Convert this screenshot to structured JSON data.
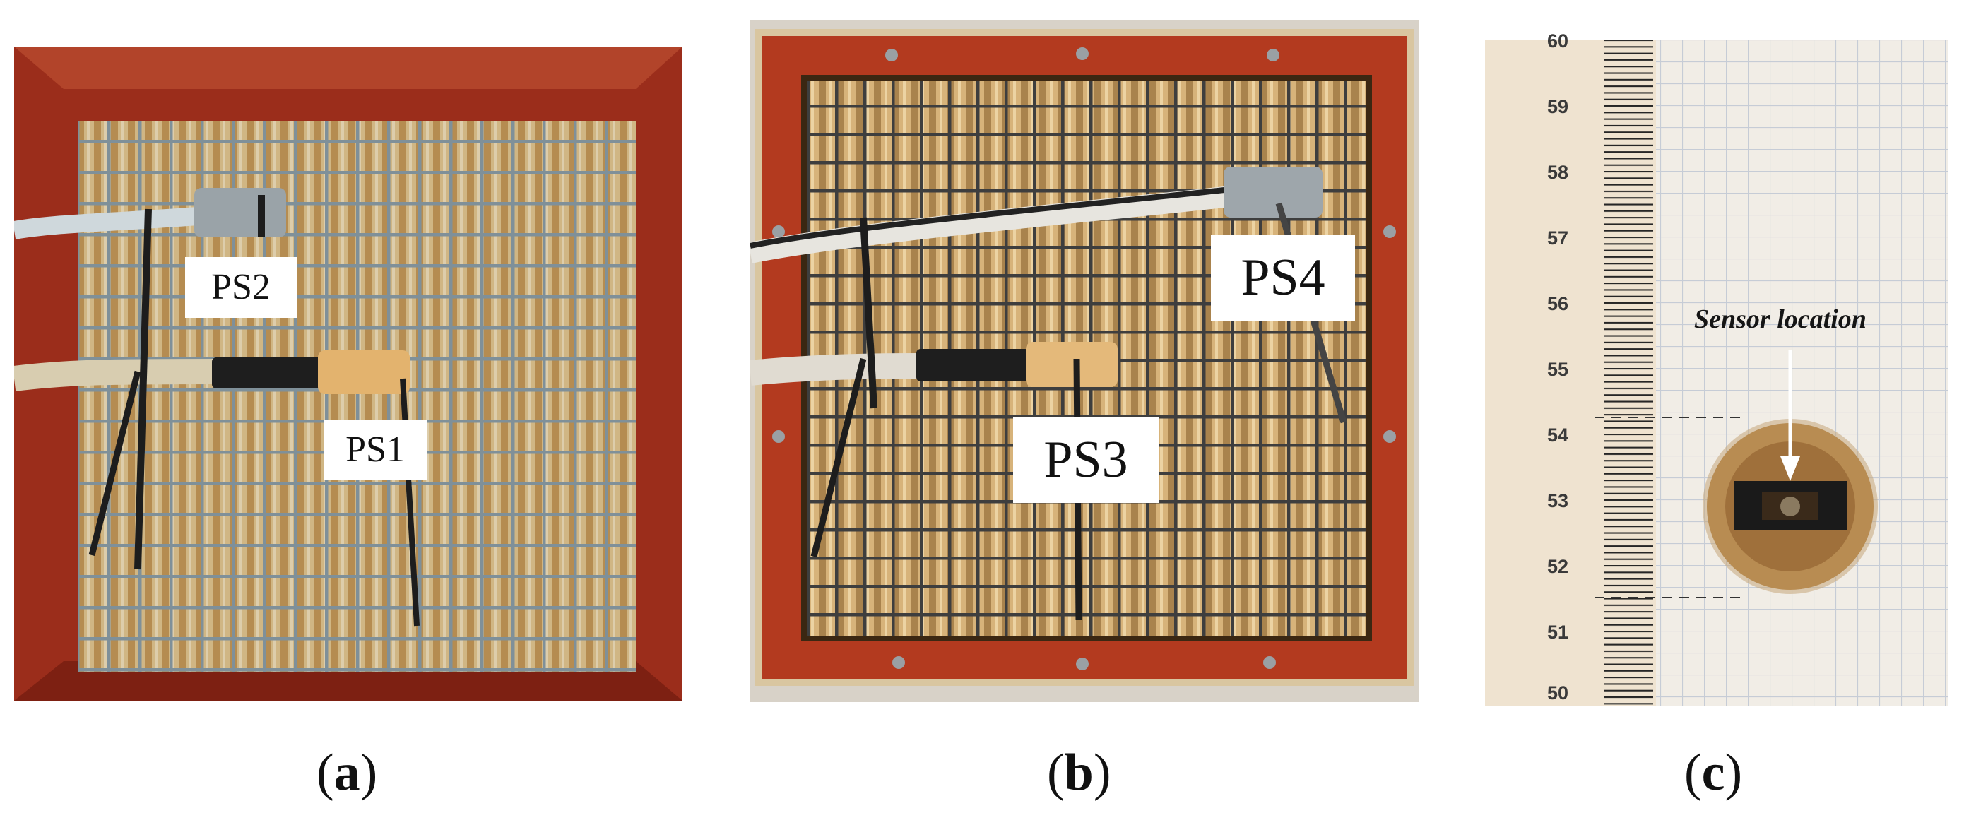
{
  "panels": [
    {
      "id": "a",
      "caption": {
        "open": "(",
        "letter": "a",
        "close": ")"
      },
      "labels": [
        "PS2",
        "PS1"
      ]
    },
    {
      "id": "b",
      "caption": {
        "open": "(",
        "letter": "b",
        "close": ")"
      },
      "labels": [
        "PS4",
        "PS3"
      ]
    },
    {
      "id": "c",
      "caption": {
        "open": "(",
        "letter": "c",
        "close": ")"
      },
      "sensor_label": "Sensor location",
      "ruler_numbers": [
        "60",
        "59",
        "58",
        "57",
        "56",
        "55",
        "54",
        "53",
        "52",
        "51",
        "50"
      ]
    }
  ],
  "colors": {
    "frame_wood": "#8a2a16",
    "reed": "#d9b57a",
    "wire_mesh": "#7d8d94",
    "pipe_gray": "#9aa3a8",
    "ruler_paper": "#efe5d4"
  }
}
